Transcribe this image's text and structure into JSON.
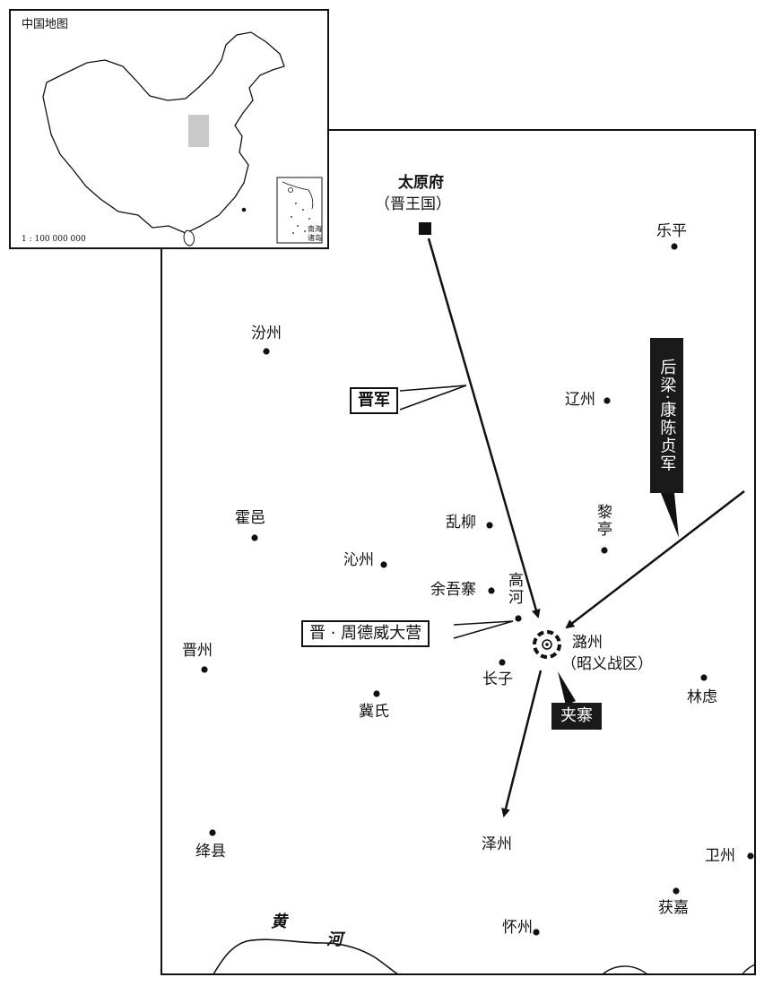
{
  "inset": {
    "title": "中国地图",
    "scale": "1 : 100 000 000",
    "scs_label_1": "南海",
    "scs_label_2": "诸岛"
  },
  "places": {
    "taiyuan": "太原府",
    "taiyuan_sub": "（晋王国）",
    "leping": "乐平",
    "fenzhou": "汾州",
    "liaozhou": "辽州",
    "huoyi": "霍邑",
    "luanliu": "乱柳",
    "liting": "黎亭",
    "qinzhou": "沁州",
    "yuwuzhai": "余吾寨",
    "gaohe": "高河",
    "luzhou": "潞州",
    "luzhou_sub": "（昭义战区）",
    "jinzhou": "晋州",
    "changzi": "长子",
    "jishi": "冀氏",
    "linlu": "林虑",
    "zezhou": "泽州",
    "jiangxian": "绛县",
    "weizhou": "卫州",
    "huojia": "获嘉",
    "huaizhou": "怀州",
    "huanghe_1": "黄",
    "huanghe_2": "河"
  },
  "labels": {
    "jin_army": "晋军",
    "houliang_army": "后梁·康陈贞军",
    "zhou_dewei_camp": "晋 · 周德威大营",
    "jiazhai": "夹寨"
  }
}
